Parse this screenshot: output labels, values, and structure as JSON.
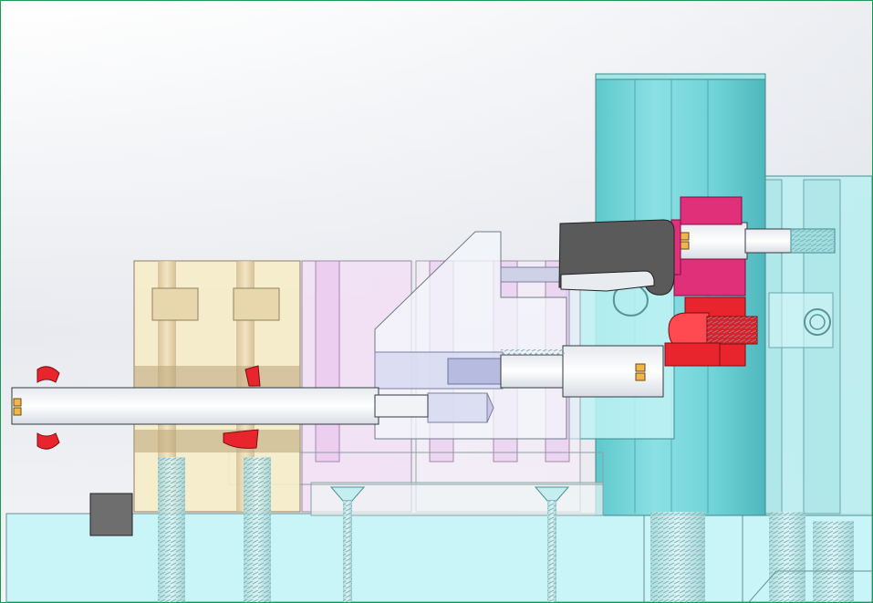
{
  "viewport": {
    "frame_color": "#1b9a52",
    "background_top": "#eef0f4",
    "background_bottom": "#ffffff"
  },
  "colors": {
    "base_plate": "#c9f5f8",
    "slide_block": "#f6ecc8",
    "pink_block": "#f4dff6",
    "cyan_block": "#b9eef1",
    "lifter_pillar": "#6fd3d7",
    "red_part": "#e8252d",
    "magenta_part": "#e0307a",
    "dark_clamp": "#5a5a5a",
    "bolt_white": "#f4f6f8",
    "gold_hex": "#f0b64a"
  },
  "parts": [
    "base-plate",
    "slide-block",
    "angled-cam-block",
    "lifter-pillar",
    "right-support-block",
    "magenta-retainer",
    "red-lock-nut",
    "dark-clamp-plate",
    "long-ejector-pin",
    "cap-screw"
  ]
}
